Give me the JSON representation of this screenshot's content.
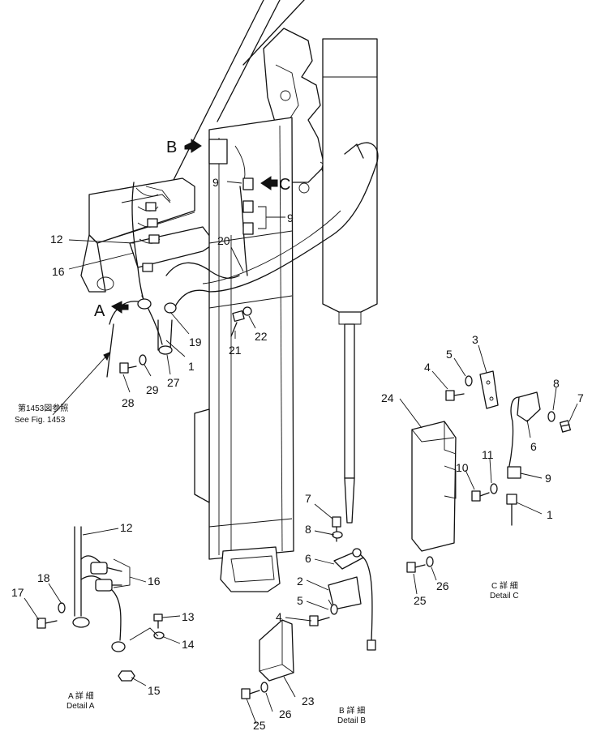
{
  "detail_markers": [
    {
      "id": "A",
      "label": "A"
    },
    {
      "id": "B",
      "label": "B"
    },
    {
      "id": "C",
      "label": "C"
    }
  ],
  "callouts": {
    "c12": "12",
    "c16": "16",
    "c20": "20",
    "c9a": "9",
    "c9b": "9",
    "c19": "19",
    "c1a": "1",
    "c27": "27",
    "c29": "29",
    "c28": "28",
    "c21": "21",
    "c22": "22",
    "c3": "3",
    "c5a": "5",
    "c4a": "4",
    "c24": "24",
    "c8a": "8",
    "c7a": "7",
    "c6a": "6",
    "c11": "11",
    "c10": "10",
    "c9c": "9",
    "c1b": "1",
    "c26a": "26",
    "c25a": "25",
    "c7b": "7",
    "c8b": "8",
    "c6b": "6",
    "c2": "2",
    "c5b": "5",
    "c4b": "4",
    "c23": "23",
    "c26b": "26",
    "c25b": "25",
    "c12b": "12",
    "c18": "18",
    "c17": "17",
    "c16b": "16",
    "c13": "13",
    "c14": "14",
    "c15": "15"
  },
  "captions": {
    "see_fig_jp": "第1453図参照",
    "see_fig_en": "See Fig. 1453",
    "detail_a_jp": "A 詳 細",
    "detail_a_en": "Detail A",
    "detail_b_jp": "B 詳 細",
    "detail_b_en": "Detail B",
    "detail_c_jp": "C 詳 細",
    "detail_c_en": "Detail C"
  }
}
